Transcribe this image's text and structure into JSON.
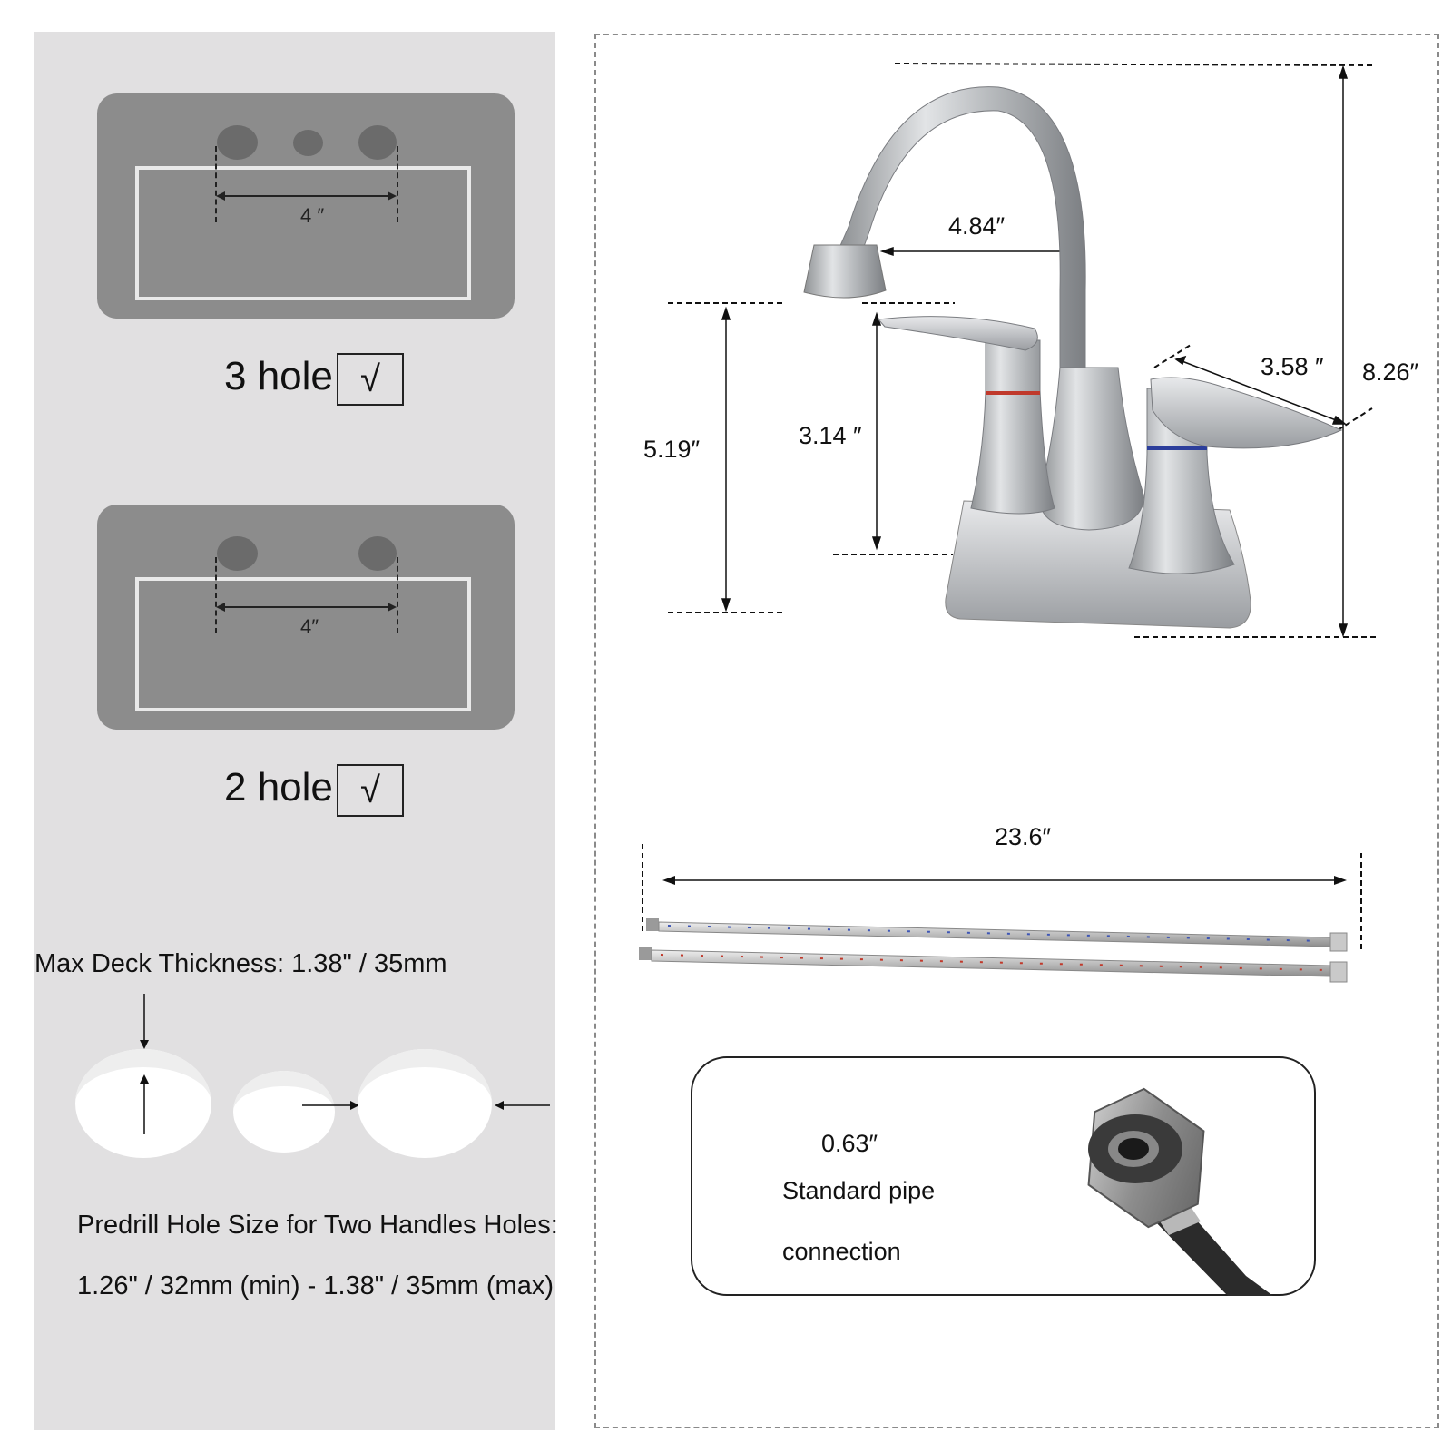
{
  "three_hole": {
    "label": "3 hole",
    "check": "√",
    "spacing": "4 ″"
  },
  "two_hole": {
    "label": "2 hole",
    "check": "√",
    "spacing": "4″"
  },
  "deck": {
    "max_thickness": "Max Deck Thickness: 1.38\" / 35mm"
  },
  "predrill": {
    "title": "Predrill Hole Size for Two Handles Holes:",
    "range": "1.26\" / 32mm (min) - 1.38\" / 35mm (max)"
  },
  "faucet_dims": {
    "spout_reach": "4.84″",
    "total_height": "8.26″",
    "spout_height": "5.19″",
    "handle_height": "3.14 ″",
    "handle_length": "3.58 ″"
  },
  "hose": {
    "length": "23.6″"
  },
  "connection": {
    "size": "0.63″",
    "line1": "Standard pipe",
    "line2": "connection"
  },
  "colors": {
    "left_panel_bg": "#e1e0e1",
    "sink_card": "#8c8c8c",
    "hot_ring": "#c0392b",
    "cold_ring": "#2c3e9b",
    "chrome": "#c4c6c9"
  }
}
